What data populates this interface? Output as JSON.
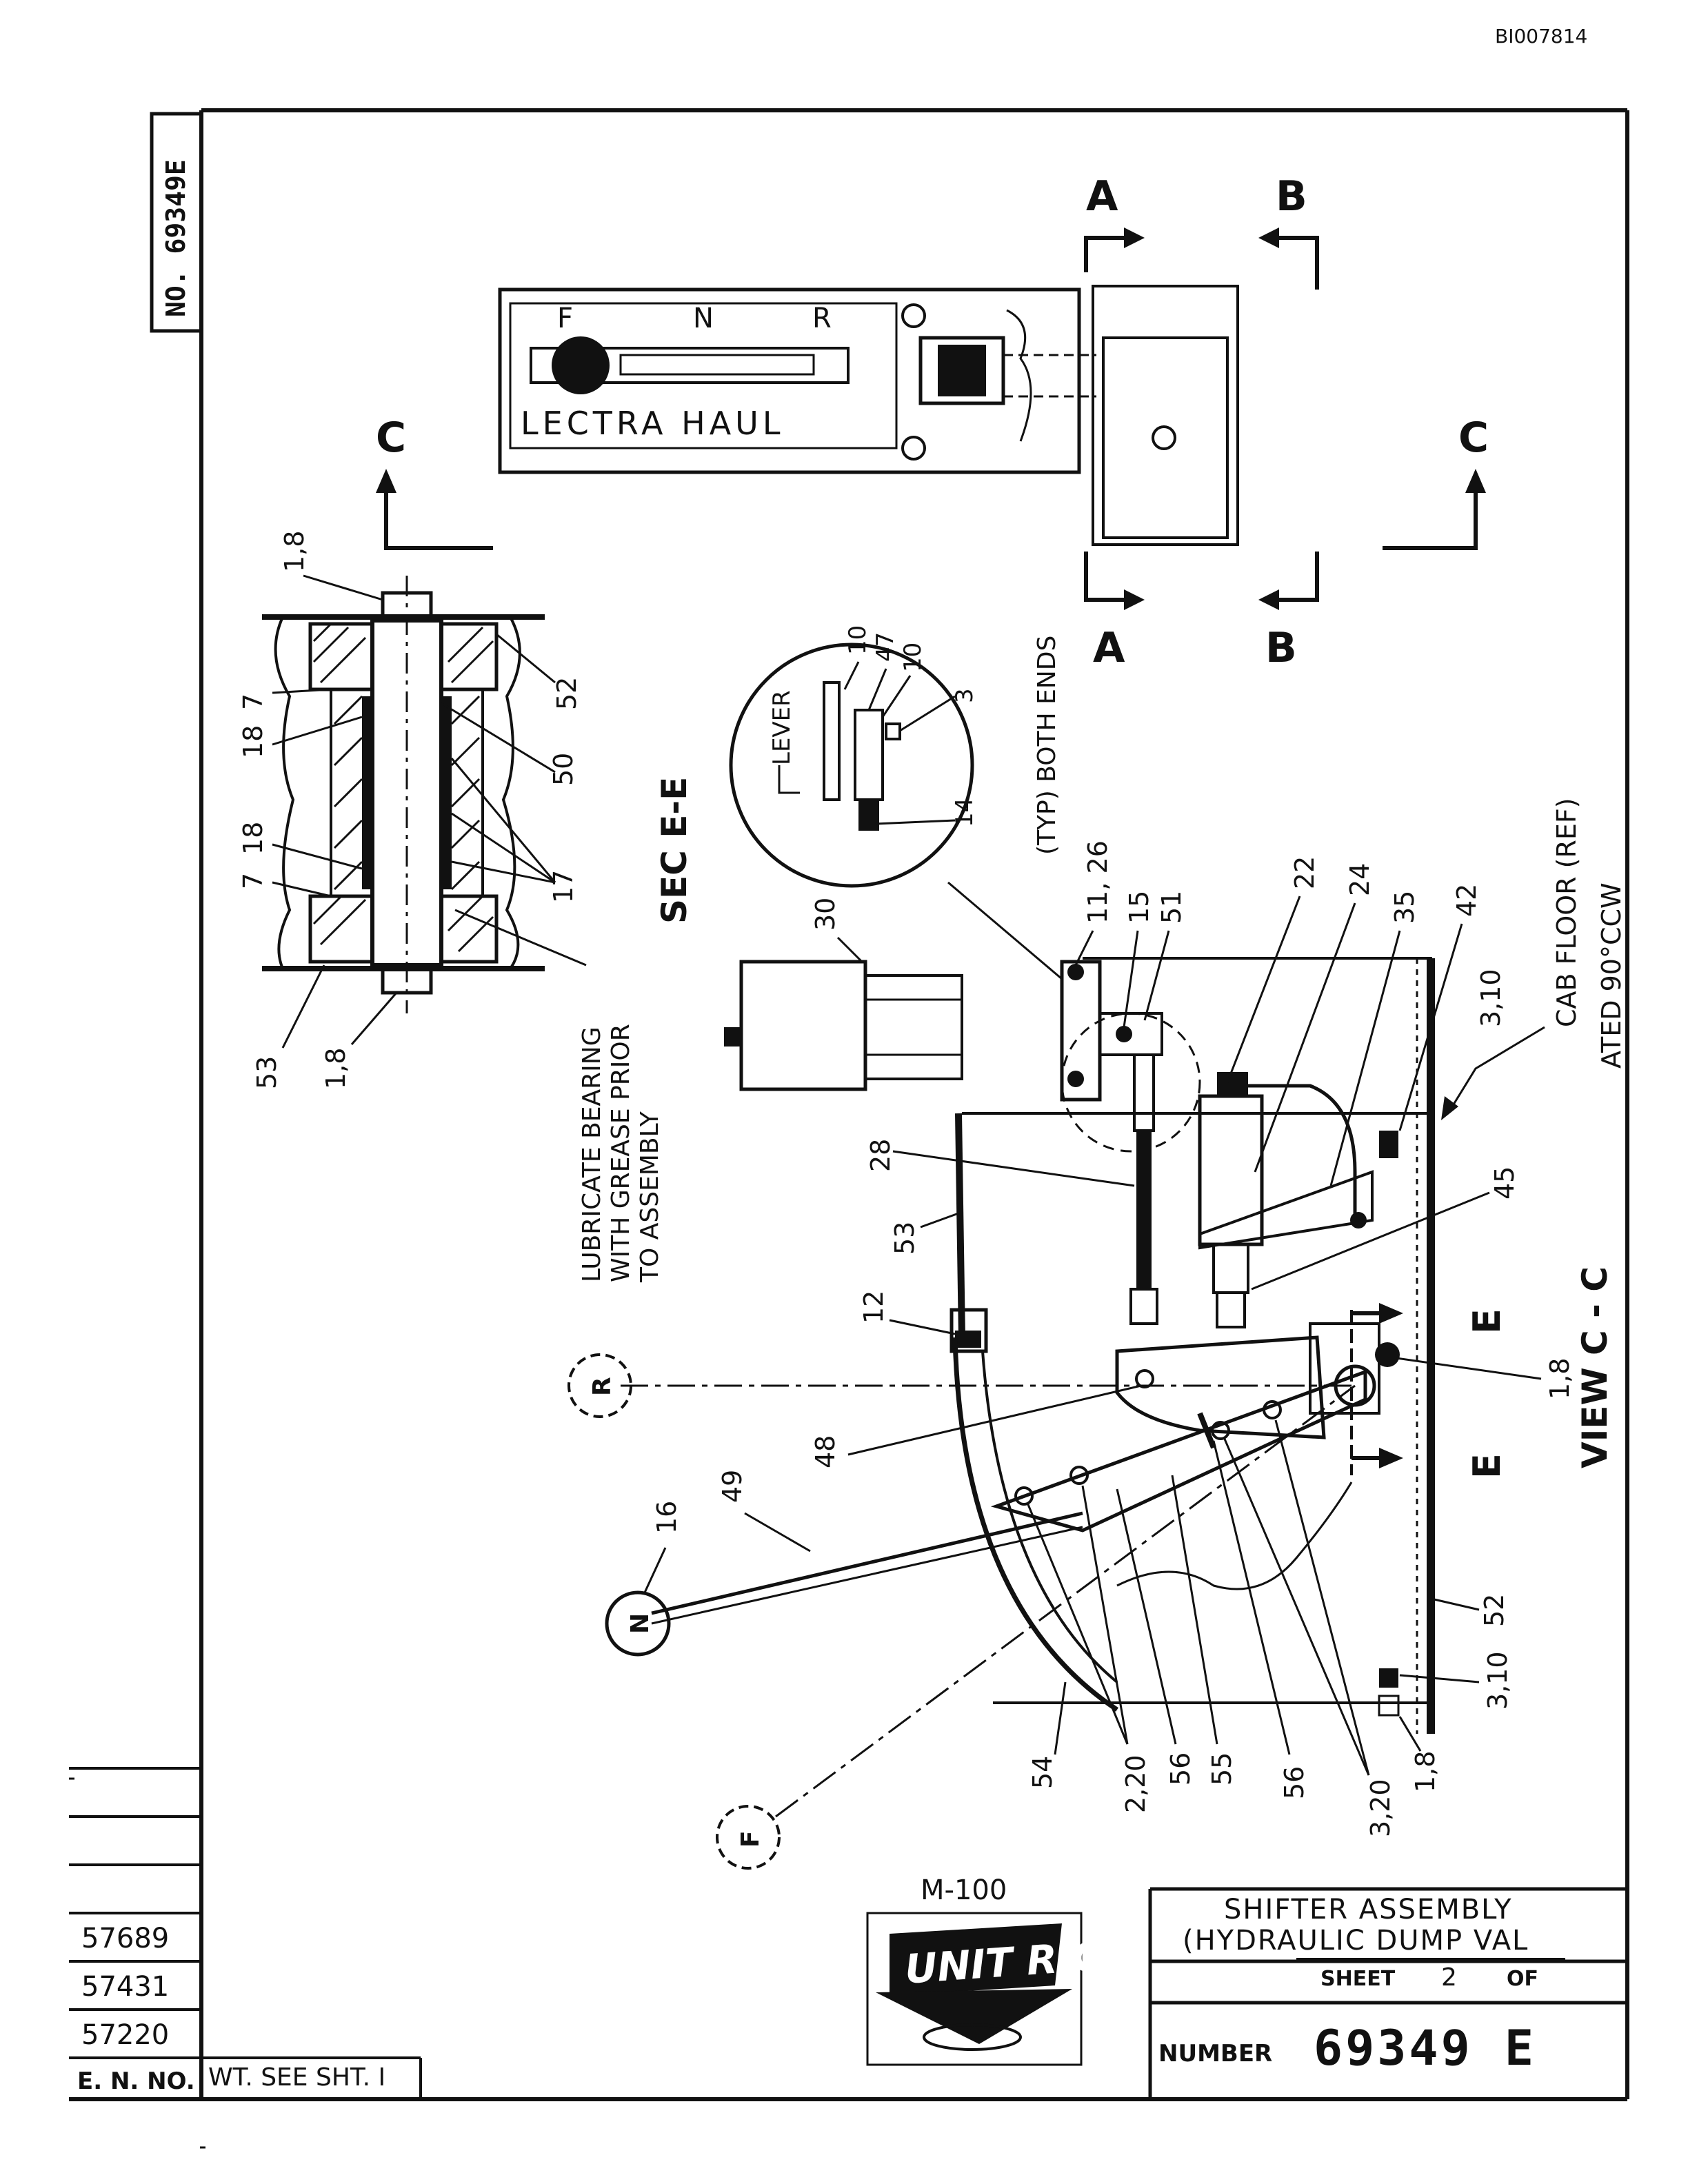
{
  "doc_id": "BI007814",
  "side_number": "NO. 69349E",
  "sections": {
    "c_left": "C",
    "c_right": "C",
    "a_top": "A",
    "a_bottom": "A",
    "b_top": "B",
    "b_bottom": "B",
    "sec_ee": "SEC  E-E",
    "view_cc": "VIEW  C - C",
    "e_upper": "E",
    "e_lower": "E"
  },
  "shift_plate": {
    "f": "F",
    "n": "N",
    "r": "R",
    "name": "LECTRA   HAUL"
  },
  "detail": {
    "lever": "LEVER",
    "typ_note": "(TYP) BOTH ENDS"
  },
  "notes": {
    "lubricate_1": "LUBRICATE BEARING",
    "lubricate_2": "WITH GREASE PRIOR",
    "lubricate_3": "TO ASSEMBLY",
    "cab_floor": "CAB FLOOR (REF)",
    "rotated": "ATED 90°CCW"
  },
  "positions": {
    "r": "R",
    "n": "N",
    "f": "F"
  },
  "callouts": {
    "sec_1_8_top": "1,8",
    "sec_52": "52",
    "sec_7_top": "7",
    "sec_18_top": "18",
    "sec_50": "50",
    "sec_18_bot": "18",
    "sec_7_bot": "7",
    "sec_17": "17",
    "sec_53": "53",
    "sec_1_8_bot": "1,8",
    "det_10a": "10",
    "det_47": "47",
    "det_10b": "10",
    "det_3": "3",
    "det_14": "14",
    "c30": "30",
    "c11_26": "11, 26",
    "c15": "15",
    "c51": "51",
    "c22": "22",
    "c24": "24",
    "c35": "35",
    "c42": "42",
    "c3_10_top": "3,10",
    "c28": "28",
    "c53": "53",
    "c45": "45",
    "c12": "12",
    "c1_8_right": "1,8",
    "c48": "48",
    "c16": "16",
    "c49": "49",
    "c52": "52",
    "c3_10_bot": "3,10",
    "c54": "54",
    "c2_20": "2,20",
    "c56a": "56",
    "c55": "55",
    "c56b": "56",
    "c3_20": "3,20",
    "c1_8_bot": "1,8"
  },
  "revisions": {
    "rev1": "57689",
    "rev2": "57431",
    "rev3": "57220",
    "en_no": "E. N. NO.",
    "weight": "WT. SEE SHT. I"
  },
  "logo": {
    "model": "M-100",
    "brand": "UNIT RIG"
  },
  "title_block": {
    "line1": "SHIFTER   ASSEMBLY",
    "line2": "(HYDRAULIC   DUMP  VAL",
    "sheet_label": "SHEET",
    "sheet_num": "2",
    "of_label": "OF",
    "number_label": "NUMBER",
    "number": "69349  E"
  }
}
